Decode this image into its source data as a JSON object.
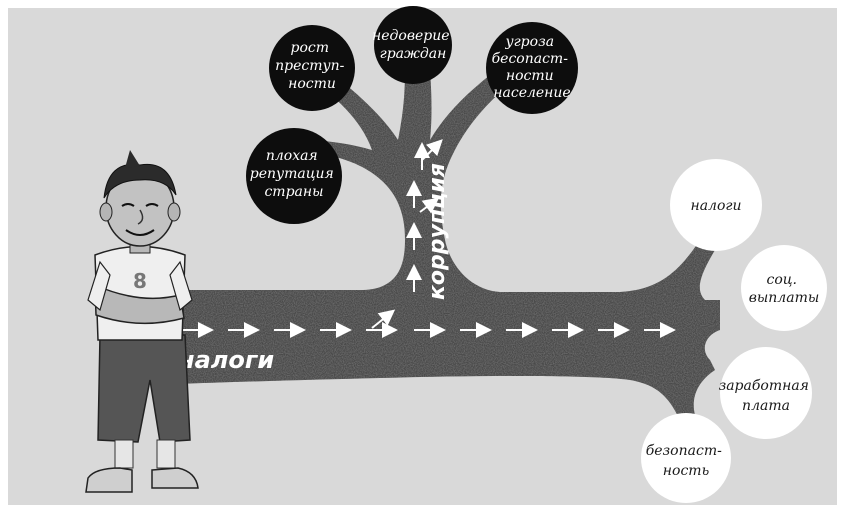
{
  "road_label": "налоги",
  "branch_label": "коррупция",
  "dark_circles": [
    {
      "lines": [
        "рост",
        "преступ-",
        "ности"
      ]
    },
    {
      "lines": [
        "недоверие",
        "граждан"
      ]
    },
    {
      "lines": [
        "угроза",
        "бесопаст-",
        "ности",
        "население"
      ]
    },
    {
      "lines": [
        "плохая",
        "репутация",
        "страны"
      ]
    }
  ],
  "light_circles": [
    {
      "lines": [
        "налоги"
      ]
    },
    {
      "lines": [
        "соц.",
        "выплаты"
      ]
    },
    {
      "lines": [
        "заработная",
        "плата"
      ]
    },
    {
      "lines": [
        "безопаст-",
        "ность"
      ]
    }
  ],
  "colors": {
    "background_frame": "#d9d9d9",
    "road": "#4a4a4a",
    "dark_circle": "#0d0d0d",
    "light_circle": "#ffffff"
  }
}
